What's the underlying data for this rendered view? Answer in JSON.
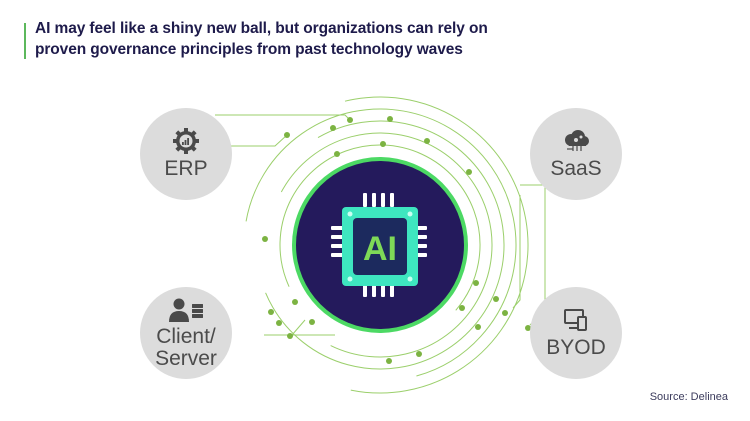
{
  "title": {
    "line1": "AI may feel like a shiny new ball, but organizations can rely on",
    "line2": "proven governance principles from past technology waves",
    "accent_color": "#5cb85c",
    "text_color": "#1e1b4b"
  },
  "center": {
    "label": "AI",
    "icon": "microchip-icon",
    "bg_color": "#241a5c",
    "ring_color": "#4cd964",
    "chip_color": "#3ee6c0",
    "text_color": "#7ed957"
  },
  "nodes": [
    {
      "id": "erp",
      "label": "ERP",
      "icon": "gear-chart-icon"
    },
    {
      "id": "saas",
      "label": "SaaS",
      "icon": "cloud-gears-icon"
    },
    {
      "id": "client-server",
      "label_line1": "Client/",
      "label_line2": "Server",
      "icon": "user-server-icon"
    },
    {
      "id": "byod",
      "label": "BYOD",
      "icon": "devices-icon"
    }
  ],
  "circuit_color": "#8cc152",
  "source": "Source: Delinea"
}
